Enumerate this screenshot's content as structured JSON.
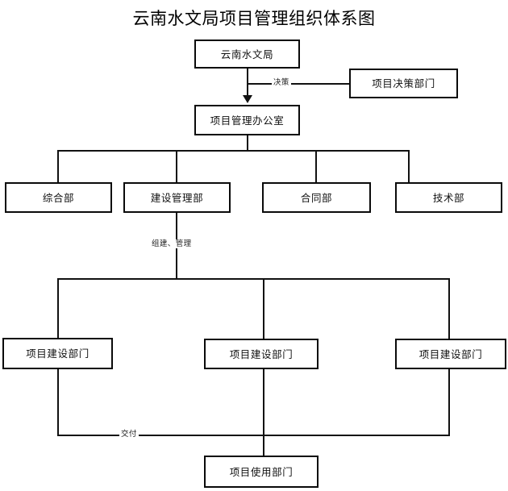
{
  "diagram": {
    "title": "云南水文局项目管理组织体系图",
    "nodes": {
      "bureau": "云南水文局",
      "decision_dept": "项目决策部门",
      "pmo": "项目管理办公室",
      "dept_general": "综合部",
      "dept_construction_mgmt": "建设管理部",
      "dept_contract": "合同部",
      "dept_technology": "技术部",
      "project_build_1": "项目建设部门",
      "project_build_2": "项目建设部门",
      "project_build_3": "项目建设部门",
      "project_user": "项目使用部门"
    },
    "edge_labels": {
      "decision": "决策",
      "organize_manage": "组建、管理",
      "deliver": "交付"
    },
    "colors": {
      "line": "#111111",
      "box_border": "#0a0a0a",
      "background": "#ffffff",
      "text": "#111111"
    }
  }
}
